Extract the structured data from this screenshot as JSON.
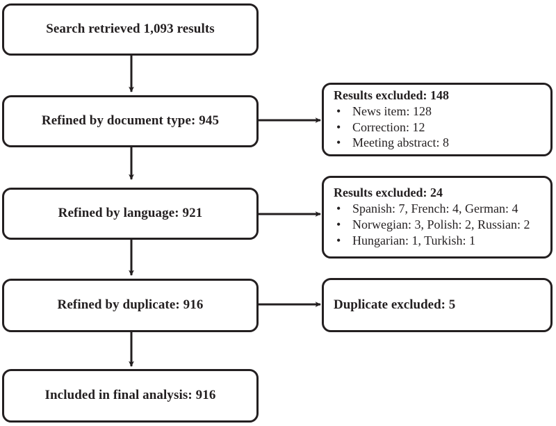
{
  "diagram": {
    "type": "prisma-flow-diagram",
    "colors": {
      "stroke": "#231f20",
      "background": "#ffffff",
      "text": "#231f20"
    },
    "stages": [
      {
        "id": "search",
        "label": "Search retrieved 1,093 results"
      },
      {
        "id": "document-type",
        "label": "Refined by document type: 945"
      },
      {
        "id": "language",
        "label": "Refined by language: 921"
      },
      {
        "id": "duplicate",
        "label": "Refined by duplicate: 916"
      },
      {
        "id": "included",
        "label": "Included in final analysis: 916"
      }
    ],
    "exclusions": [
      {
        "id": "document-type-exclusions",
        "title": "Results excluded: 148",
        "bullet": "•",
        "items": [
          "News item: 128",
          "Correction: 12",
          "Meeting abstract: 8"
        ]
      },
      {
        "id": "language-exclusions",
        "title": "Results excluded: 24",
        "bullet": "•",
        "items": [
          "Spanish: 7, French: 4, German: 4",
          "Norwegian: 3, Polish: 2, Russian: 2",
          "Hungarian: 1, Turkish: 1"
        ]
      }
    ],
    "simple_exclusion": {
      "id": "duplicate-exclusion",
      "label": "Duplicate excluded: 5"
    }
  }
}
